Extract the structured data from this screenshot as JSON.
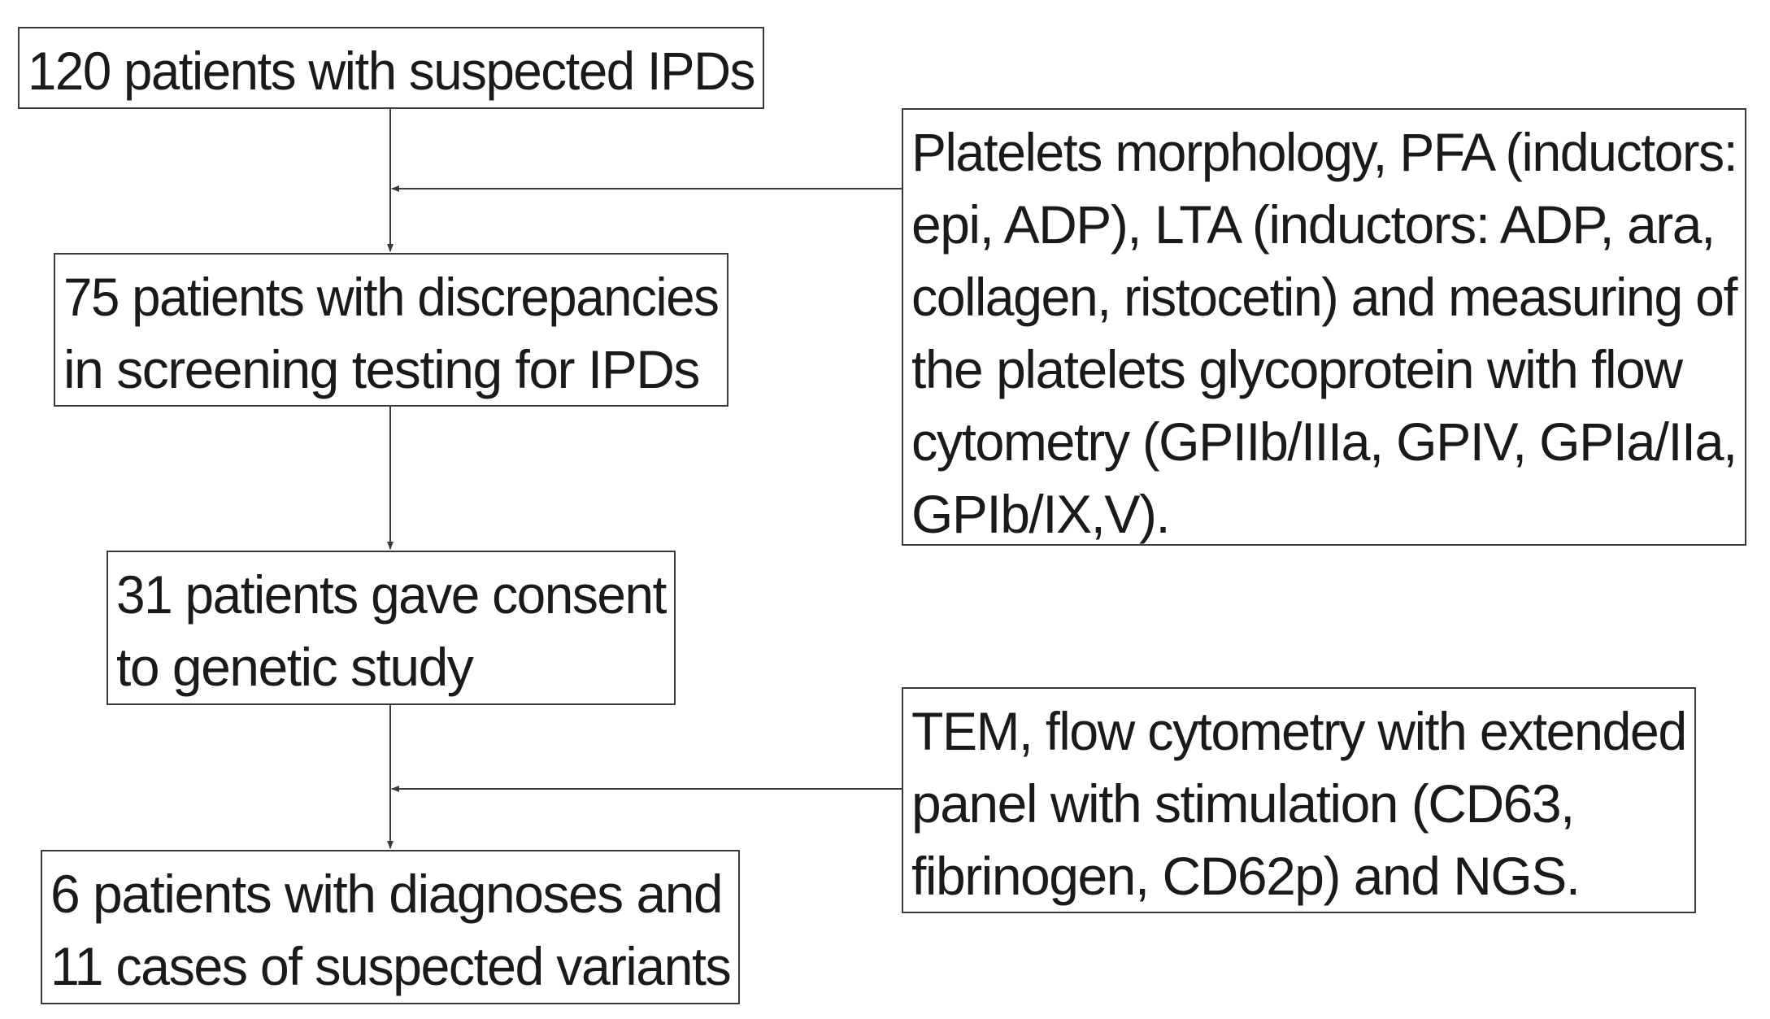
{
  "flowchart": {
    "step1": {
      "lines": [
        "120 patients with suspected IPDs"
      ]
    },
    "step2": {
      "lines": [
        "75 patients with discrepancies",
        "in screening testing for IPDs"
      ]
    },
    "step3": {
      "lines": [
        "31 patients gave consent",
        "to genetic study"
      ]
    },
    "step4": {
      "lines": [
        "6 patients with diagnoses and",
        "11 cases of suspected variants"
      ]
    },
    "screening_methods": {
      "lines": [
        "Platelets morphology, PFA (inductors:",
        "epi, ADP), LTA (inductors: ADP, ara,",
        "collagen, ristocetin) and measuring of",
        "the platelets glycoprotein with flow",
        "cytometry (GPIIb/IIIa, GPIV, GPIa/IIa,",
        "GPIb/IX,V)."
      ]
    },
    "confirmation_methods": {
      "lines": [
        "TEM, flow cytometry with extended",
        "panel with stimulation (CD63,",
        "fibrinogen, CD62p) and NGS."
      ]
    }
  }
}
